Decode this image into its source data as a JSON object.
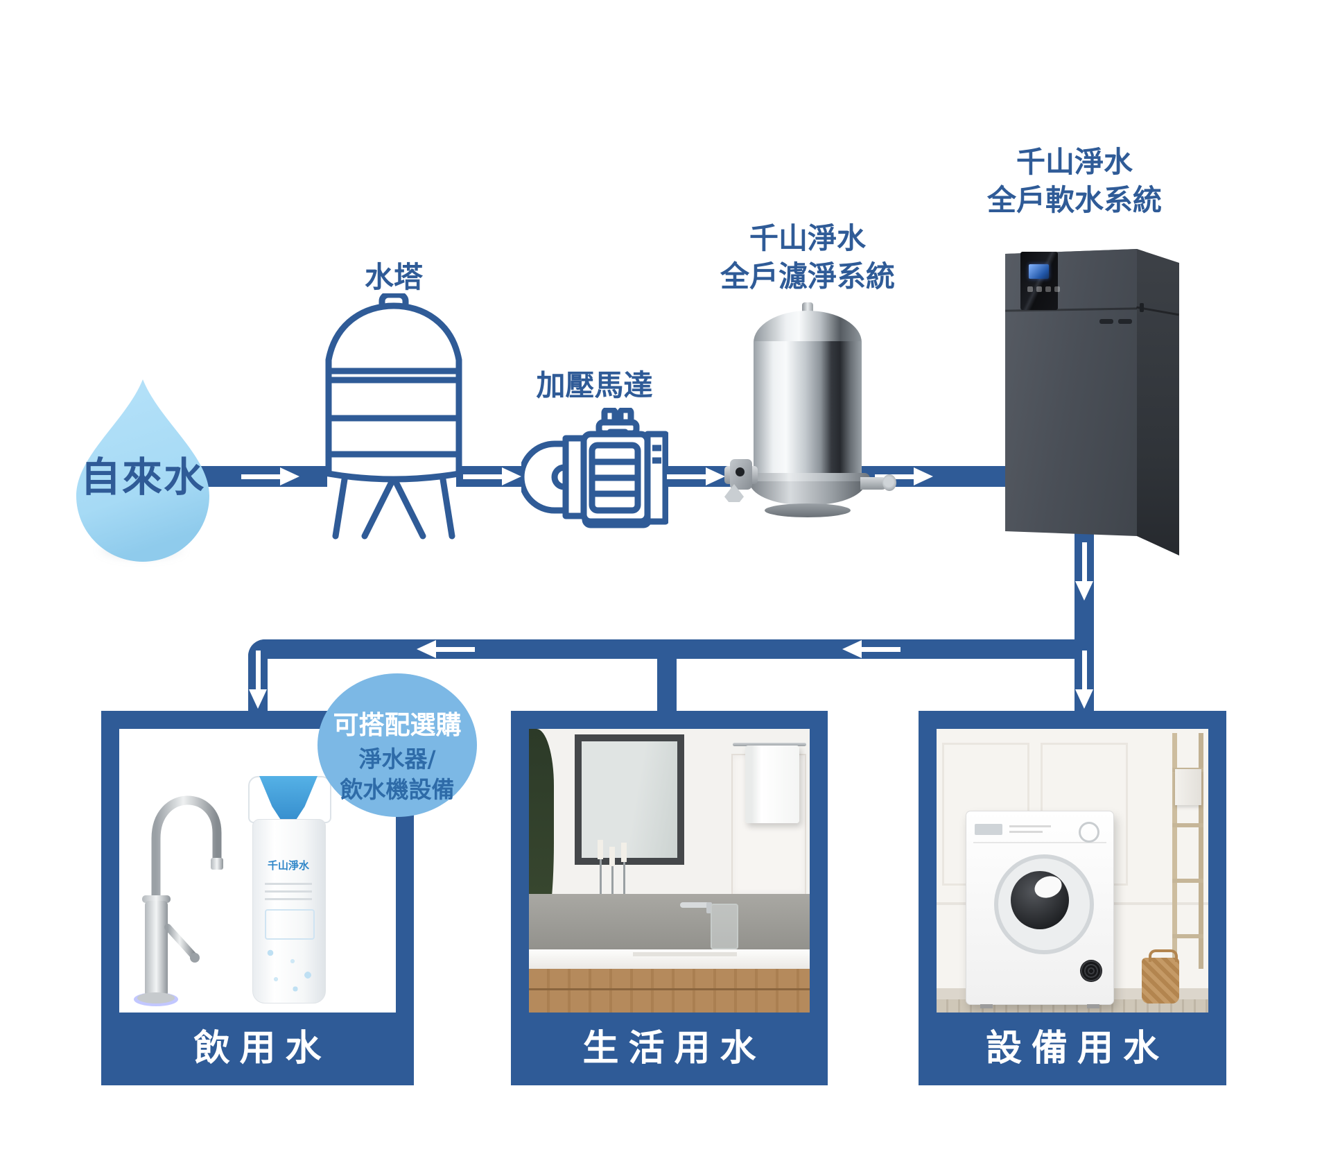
{
  "meta": {
    "type": "water-system-flow-diagram",
    "language": "zh-TW"
  },
  "colors": {
    "primary_blue": "#2F5B97",
    "drop_blue": "#A9DCF6",
    "bubble_blue": "#7CB8E5",
    "bubble_text_blue": "#2E6BA8",
    "arrow_white": "#FFFFFF",
    "softener_gray": "#4A4F57"
  },
  "flow": {
    "source": {
      "label": "自來水"
    },
    "tower": {
      "label": "水塔"
    },
    "pump": {
      "label": "加壓馬達"
    },
    "filter": {
      "title_line1": "千山淨水",
      "title_line2": "全戶濾淨系統"
    },
    "softener": {
      "title_line1": "千山淨水",
      "title_line2": "全戶軟水系統"
    }
  },
  "bubble": {
    "line1": "可搭配選購",
    "line2": "淨水器/",
    "line3": "飲水機設備"
  },
  "outputs": [
    {
      "label": "飲用水",
      "cartridge_logo": "千山淨水"
    },
    {
      "label": "生活用水"
    },
    {
      "label": "設備用水"
    }
  ],
  "icons": {
    "water_drop": "teardrop-shape",
    "water_tower": "outlined-storage-tank",
    "pressure_pump": "outlined-motor-pump",
    "flow_arrow_right": "white-arrow-right",
    "flow_arrow_left": "white-arrow-left",
    "flow_arrow_down": "white-arrow-down"
  }
}
